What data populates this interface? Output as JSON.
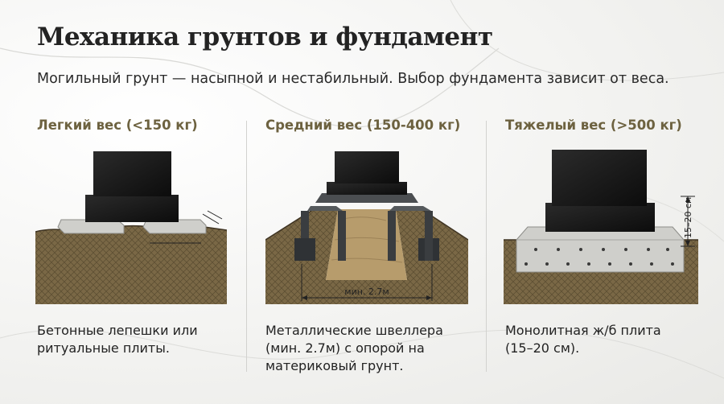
{
  "title": "Механика грунтов и фундамент",
  "subtitle": "Могильный грунт — насыпной и нестабильный. Выбор фундамента зависит от веса.",
  "columns": [
    {
      "heading": "Легкий вес (<150 кг)",
      "description": [
        "Бетонные лепешки или",
        "ритуальные плиты."
      ]
    },
    {
      "heading": "Средний вес (150-400 кг)",
      "description": [
        "Металлические швеллера",
        "(мин. 2.7м) с опорой на",
        "материковый грунт."
      ],
      "dimension_label": "мин. 2.7м"
    },
    {
      "heading": "Тяжелый вес (>500 кг)",
      "description": [
        "Монолитная ж/б плита",
        "(15–20 см)."
      ],
      "dimension_label": "15–20 см"
    }
  ],
  "colors": {
    "soil": "#7a6846",
    "sand": "#b79c6c",
    "concrete": "#cfcfcb",
    "granite": "#161616",
    "steel": "#3a3d40",
    "heading": "#6d6240"
  }
}
